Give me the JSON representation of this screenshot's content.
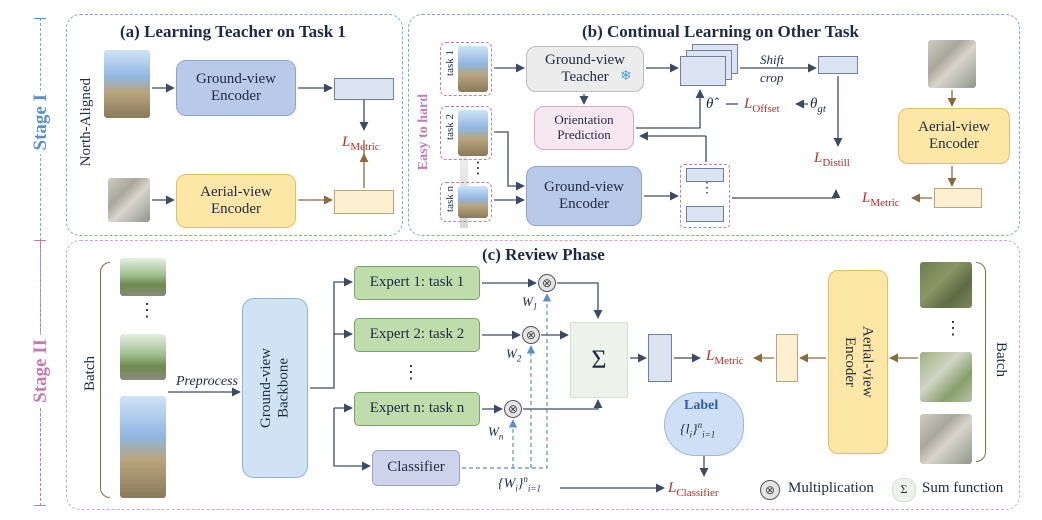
{
  "stages": {
    "stage1": "Stage I",
    "stage2": "Stage II"
  },
  "panel_a": {
    "title": "(a) Learning Teacher on Task 1",
    "side_label": "North-Aligned",
    "ground_encoder": "Ground-view\nEncoder",
    "aerial_encoder": "Aerial-view\nEncoder",
    "loss": "L",
    "loss_sub": "Metric"
  },
  "panel_b": {
    "title": "(b) Continual Learning on Other Task",
    "easy_to_hard": "Easy to hard",
    "task1": "task 1",
    "task2": "task 2",
    "taskn": "task n",
    "teacher": "Ground-view\nTeacher",
    "snowflake": "❄",
    "orientation": "Orientation\nPrediction",
    "ground_encoder": "Ground-view\nEncoder",
    "aerial_encoder": "Aerial-view\nEncoder",
    "shift": "Shift",
    "crop": "crop",
    "theta_hat": "θ̂",
    "theta_gt": "θ",
    "theta_gt_sub": "gt",
    "loss_offset": "L",
    "loss_offset_sub": "Offset",
    "loss_distill": "L",
    "loss_distill_sub": "Distill",
    "loss_metric": "L",
    "loss_metric_sub": "Metric",
    "dots": "⋮"
  },
  "panel_c": {
    "title": "(c) Review Phase",
    "batch_left": "Batch",
    "batch_right": "Batch",
    "preprocess": "Preprocess",
    "backbone": "Ground-view\nBackbone",
    "experts": [
      {
        "label": "Expert 1: task 1",
        "weight": "W",
        "weight_sub": "1"
      },
      {
        "label": "Expert 2: task 2",
        "weight": "W",
        "weight_sub": "2"
      },
      {
        "label": "Expert n: task n",
        "weight": "W",
        "weight_sub": "n"
      }
    ],
    "dots": "⋮",
    "classifier": "Classifier",
    "weights_set": "{W",
    "weights_set_tail": "}",
    "weights_set_sub": "i",
    "weights_set_range": "i=1",
    "weights_set_sup": "n",
    "sum": "Σ",
    "label_title": "Label",
    "label_set": "{l",
    "label_set_tail": "}",
    "label_set_sub": "i",
    "label_set_range": "i=1",
    "label_set_sup": "n",
    "loss_metric": "L",
    "loss_metric_sub": "Metric",
    "loss_classifier": "L",
    "loss_classifier_sub": "Classifier",
    "aerial_encoder": "Aerial-view\nEncoder"
  },
  "legend": {
    "mult_symbol": "⊗",
    "multiplication": "Multiplication",
    "sum_symbol": "Σ",
    "sum_function": "Sum function"
  },
  "colors": {
    "stage1": "#5b8fc9",
    "stage2": "#c27ab0",
    "loss": "#c0282d",
    "easy_to_hard": "#c27ab0"
  }
}
